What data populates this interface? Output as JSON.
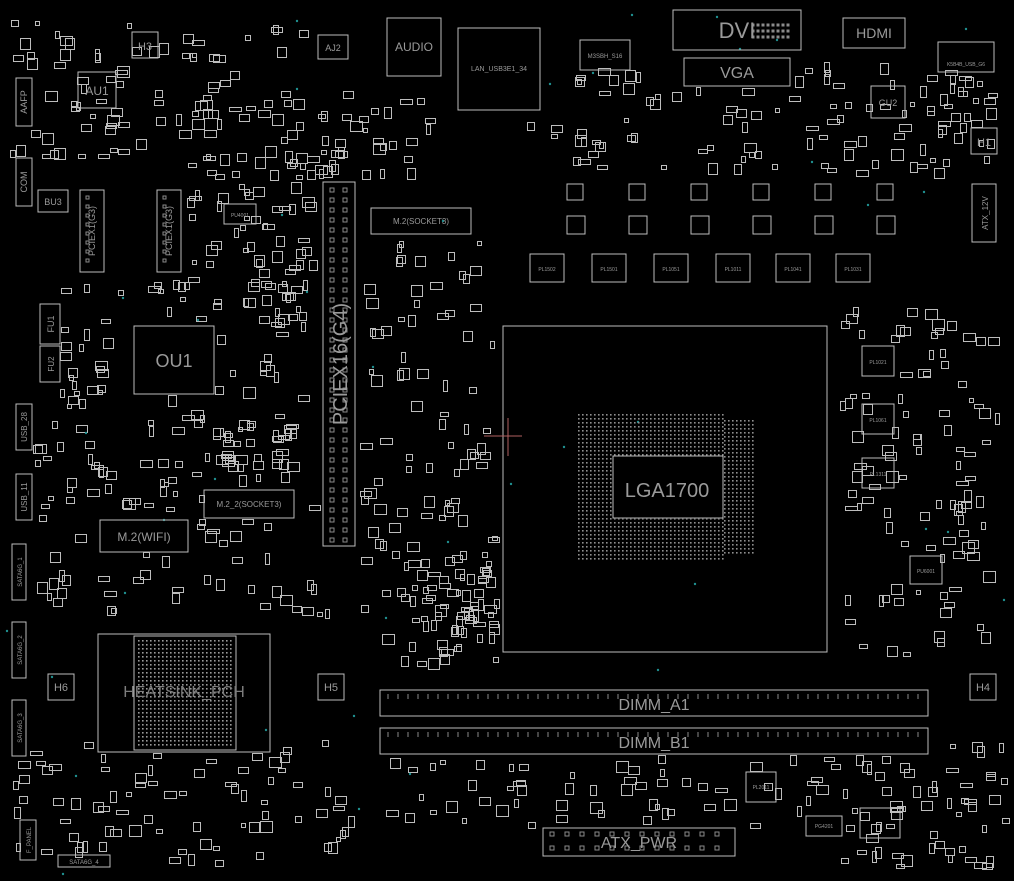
{
  "board": {
    "line_color": "#bdbdbd",
    "dim_color": "#8a8a8a",
    "accent_color": "#1f8f8f",
    "background": "#000000"
  },
  "labels": {
    "h3": "H3",
    "aj2": "AJ2",
    "audio": "AUDIO",
    "lan": "LAN_USB3E1_34",
    "usb": "M3SBH_S16",
    "dvi": "DVI",
    "vga": "VGA",
    "hdmi": "HDMI",
    "usb2": "K5B4B_USB_G6",
    "au1": "AU1",
    "aafp": "AAFP",
    "bu3": "BU3",
    "com": "COM",
    "gu2": "GU2",
    "h1": "H1",
    "atx12v": "ATX_12V",
    "m2_socket3": "M.2(SOCKET3)",
    "pciex1_1": "PCIEX1(G3)",
    "pciex1_2": "PCIEX1(G3)",
    "pu4001": "PU4001",
    "pciex16": "PCIEX16(G4)",
    "ou1": "OU1",
    "fu1": "FU1",
    "fu2": "FU2",
    "usb28": "USB_28",
    "usb11": "USB_11",
    "m2_wifi": "M.2(WIFI)",
    "m2_2_socket3": "M.2_2(SOCKET3)",
    "lga": "LGA1700",
    "pl1502": "PL1502",
    "pl1501": "PL1501",
    "pl1051": "PL1051",
    "pl1011": "PL1011",
    "pl1041": "PL1041",
    "pl1031": "PL1031",
    "pl1021": "PL1021",
    "pl1061": "PL1061",
    "pl1311": "PL1311",
    "pu6001": "PU6001",
    "sata1": "SATA6G_1",
    "sata2": "SATA6G_2",
    "sata3": "SATA6G_3",
    "h6": "H6",
    "h5": "H5",
    "h4": "H4",
    "heatsink": "HEATSINK_PCH",
    "dimm_a1": "DIMM_A1",
    "dimm_b1": "DIMM_B1",
    "atx_pwr": "ATX_PWR",
    "pl2011": "PL2011",
    "pg4201": "PG4201",
    "fpanel": "F_PANEL",
    "sata4": "SATA6G_4"
  }
}
